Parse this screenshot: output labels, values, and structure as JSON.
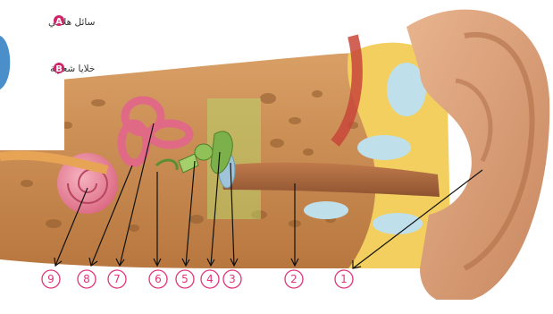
{
  "legend": {
    "items": [
      {
        "letter": "A",
        "label": "سائل هلامي",
        "badge_color": "#d1256a"
      },
      {
        "letter": "B",
        "label": "خلايا شعرية",
        "badge_color": "#d1256a"
      }
    ]
  },
  "markers": [
    {
      "number": "9"
    },
    {
      "number": "8"
    },
    {
      "number": "7"
    },
    {
      "number": "6"
    },
    {
      "number": "5"
    },
    {
      "number": "4"
    },
    {
      "number": "3"
    },
    {
      "number": "2"
    },
    {
      "number": "1"
    }
  ],
  "colors": {
    "marker": "#e0337a",
    "arrow": "#111111",
    "skin": "#d9a07b",
    "fat": "#f3d25a",
    "bone": "#c98b52",
    "canal": "#a8663d",
    "ossicles": "#7bb04a",
    "cochlea": "#e8869a"
  }
}
